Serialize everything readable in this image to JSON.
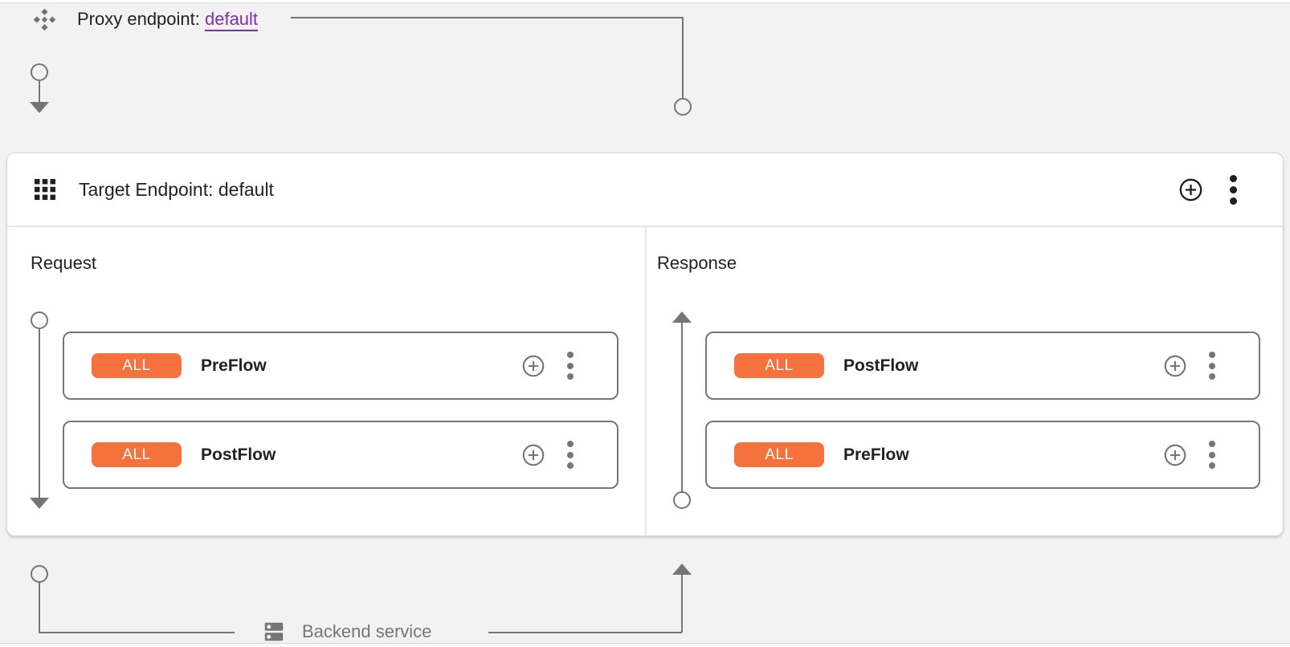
{
  "canvas": {
    "proxy_endpoint": {
      "label": "Proxy endpoint: ",
      "link_text": "default"
    },
    "backend_service": {
      "label": "Backend service"
    }
  },
  "target_endpoint": {
    "title": "Target Endpoint: default",
    "request": {
      "label": "Request",
      "flows": [
        {
          "badge": "ALL",
          "name": "PreFlow"
        },
        {
          "badge": "ALL",
          "name": "PostFlow"
        }
      ]
    },
    "response": {
      "label": "Response",
      "flows": [
        {
          "badge": "ALL",
          "name": "PostFlow"
        },
        {
          "badge": "ALL",
          "name": "PreFlow"
        }
      ]
    }
  },
  "icons": [
    "proxy-endpoint-icon",
    "grid-icon",
    "add-circle-icon",
    "more-vert-icon",
    "dns-icon"
  ],
  "colors": {
    "accent-orange": "#F5713D",
    "link-purple": "#7D2EB0",
    "connector": "#757575",
    "ink": "#202124",
    "canvas": "#f2f2f2"
  }
}
